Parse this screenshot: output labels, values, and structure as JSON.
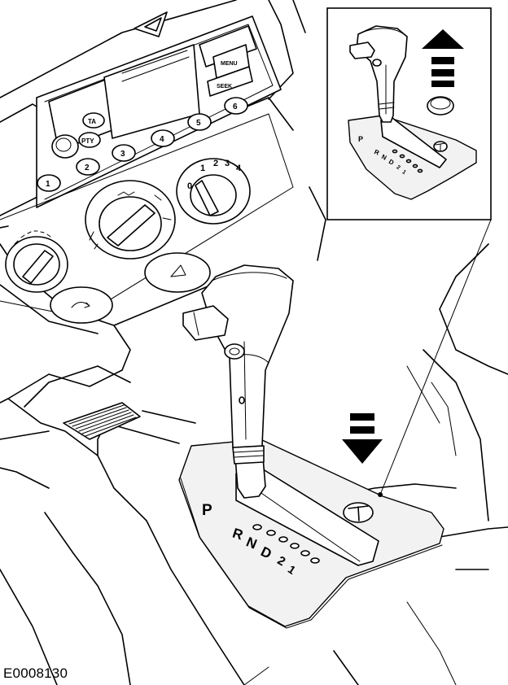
{
  "figure": {
    "reference": "E0008130",
    "gate_labels": [
      "P",
      "R",
      "N",
      "D",
      "2",
      "1"
    ],
    "inset_gate_labels": [
      "P",
      "R",
      "N",
      "D",
      "2",
      "1"
    ],
    "radio_buttons": [
      "TA",
      "PTY",
      "1",
      "2",
      "3",
      "4",
      "5",
      "6",
      "MENU",
      "SEEK"
    ],
    "temp_dial_labels": [
      "0",
      "1",
      "2",
      "3",
      "4"
    ]
  }
}
